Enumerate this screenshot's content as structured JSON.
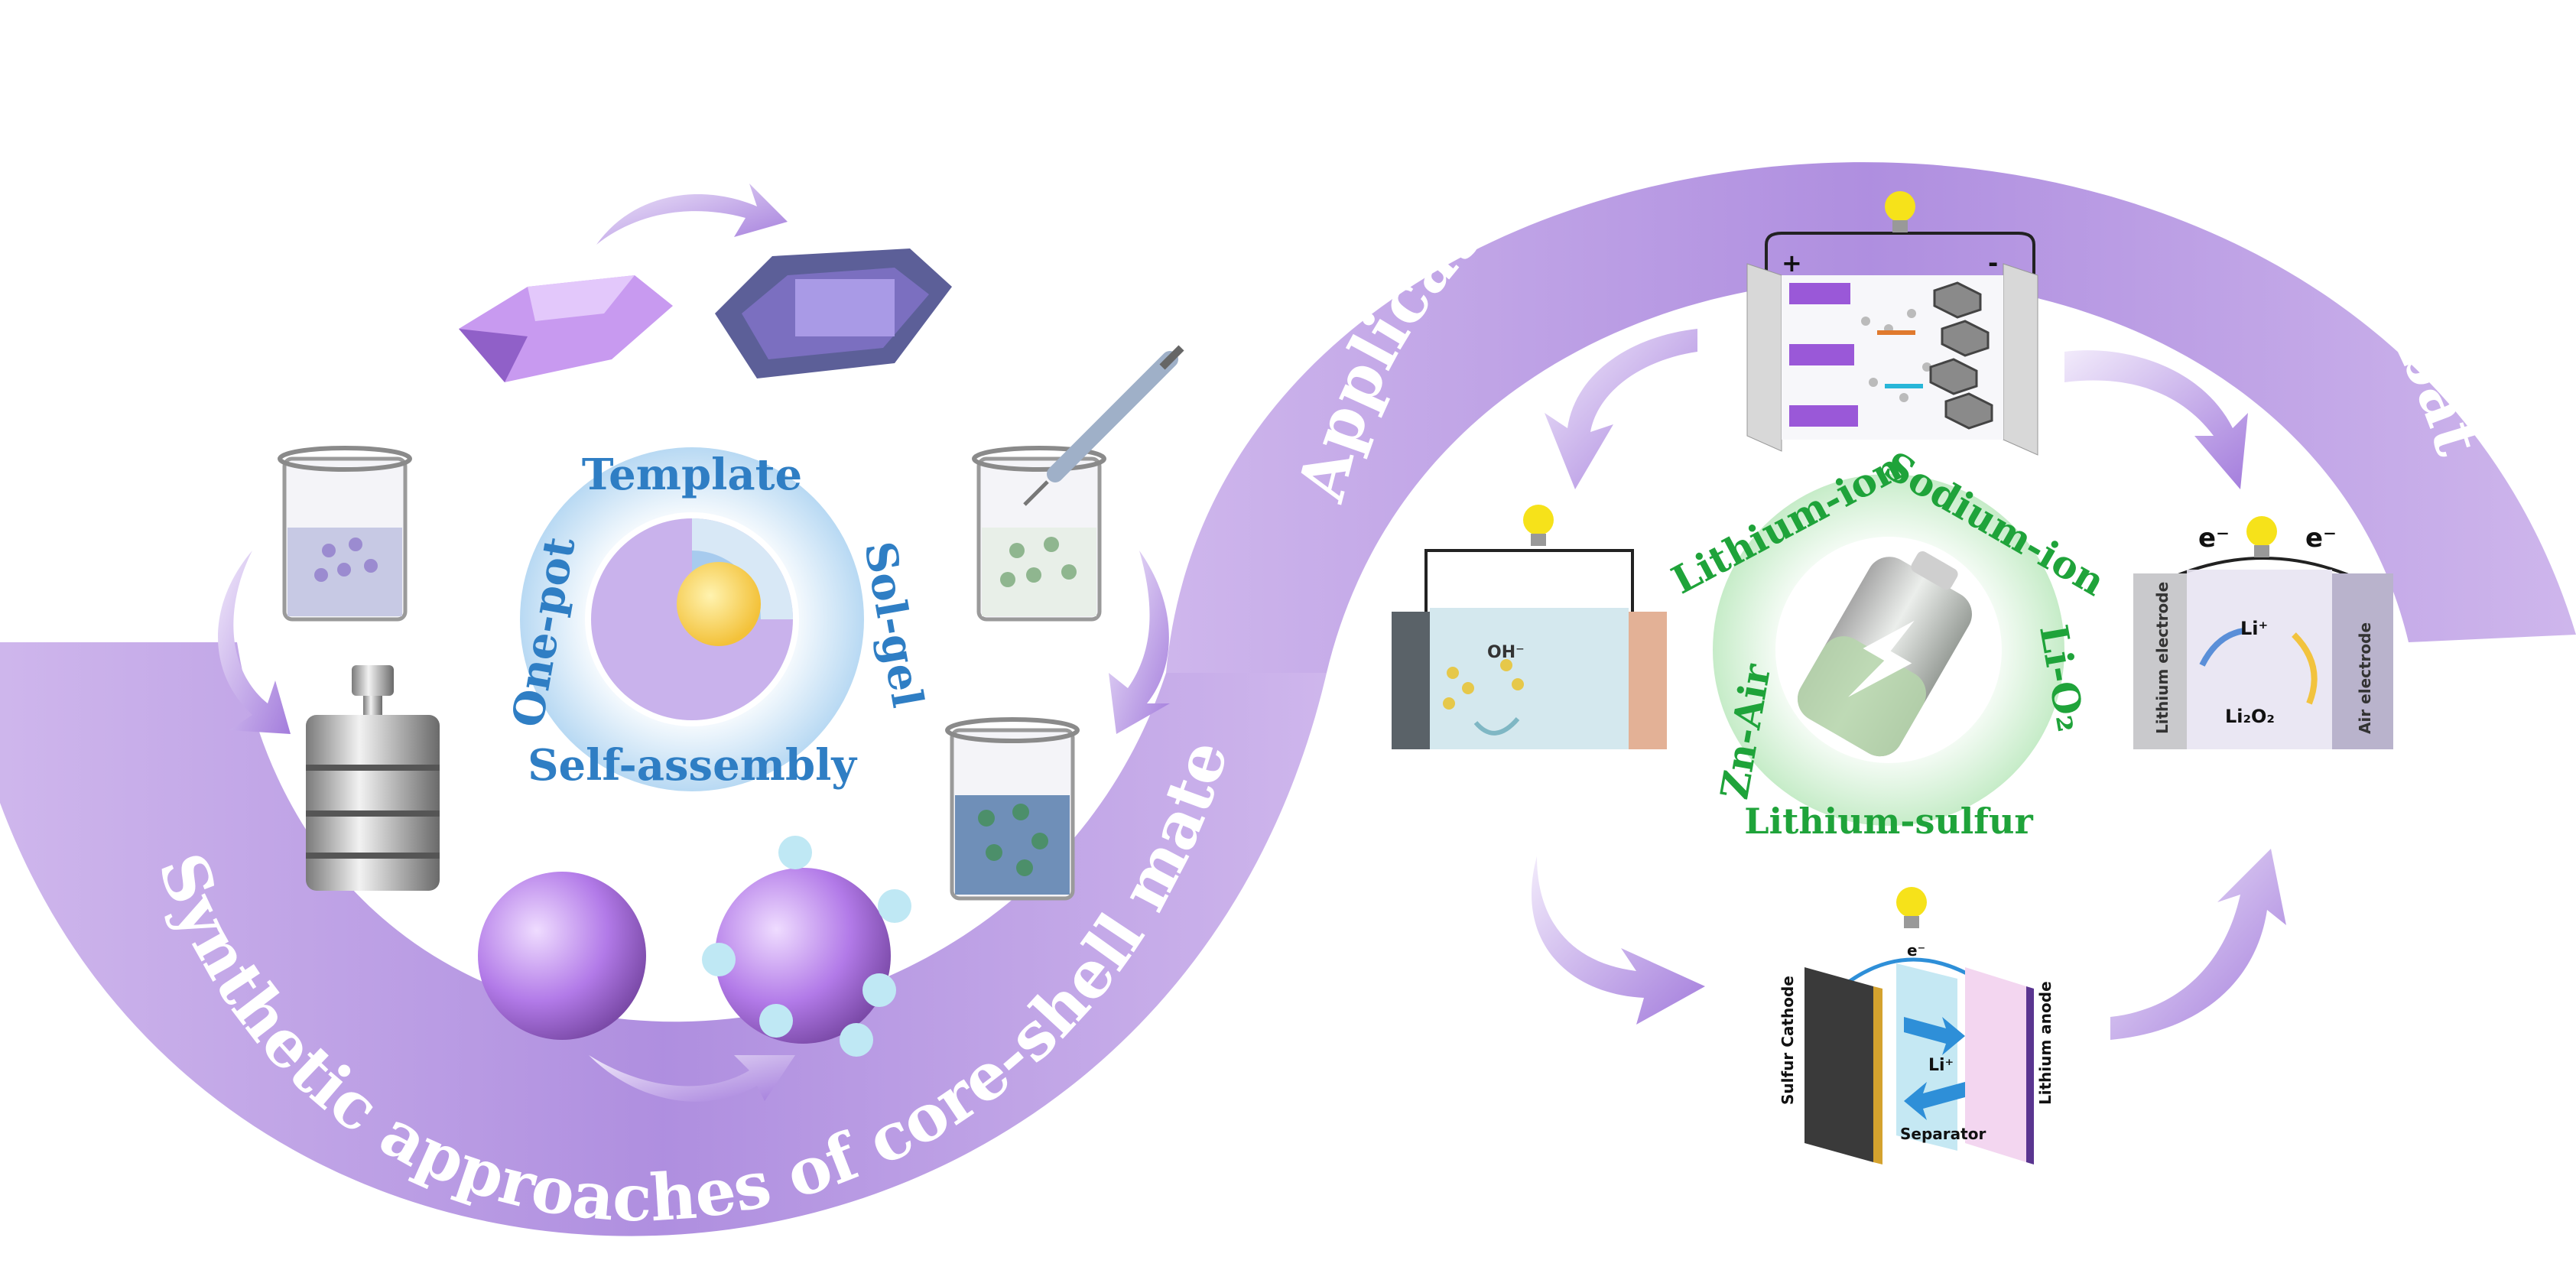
{
  "banners": {
    "synthetic": "Synthetic approaches of core-shell materials",
    "application": "Application of core-shell materials in batteries"
  },
  "synthesis": {
    "methods": {
      "template": "Template",
      "sol_gel": "Sol-gel",
      "self_assembly": "Self-assembly",
      "one_pot": "One-pot"
    }
  },
  "batteries": {
    "types": {
      "lithium_ion": "Lithium-ion",
      "sodium_ion": "Sodium-ion",
      "li_o2": "Li-O₂",
      "lithium_sulfur": "Lithium-sulfur",
      "zn_air": "Zn-Air"
    },
    "li_ion_cell": {
      "plus": "+",
      "minus": "-"
    },
    "zn_air_cell": {
      "hydroxide": "OH⁻"
    },
    "li_o2_cell": {
      "electron_left": "e⁻",
      "electron_right": "e⁻",
      "li_ion": "Li⁺",
      "product": "Li₂O₂",
      "lithium_electrode": "Lithium electrode",
      "air_electrode": "Air electrode"
    },
    "li_s_cell": {
      "electron": "e⁻",
      "li_ion": "Li⁺",
      "separator": "Separator",
      "sulfur_cathode": "Sulfur Cathode",
      "lithium_anode": "Lithium anode"
    }
  },
  "colors": {
    "banner_purple": "#b18ee0",
    "method_text": "#2f7ec4",
    "battery_text": "#1fa33a",
    "bulb": "#f6e21a"
  }
}
